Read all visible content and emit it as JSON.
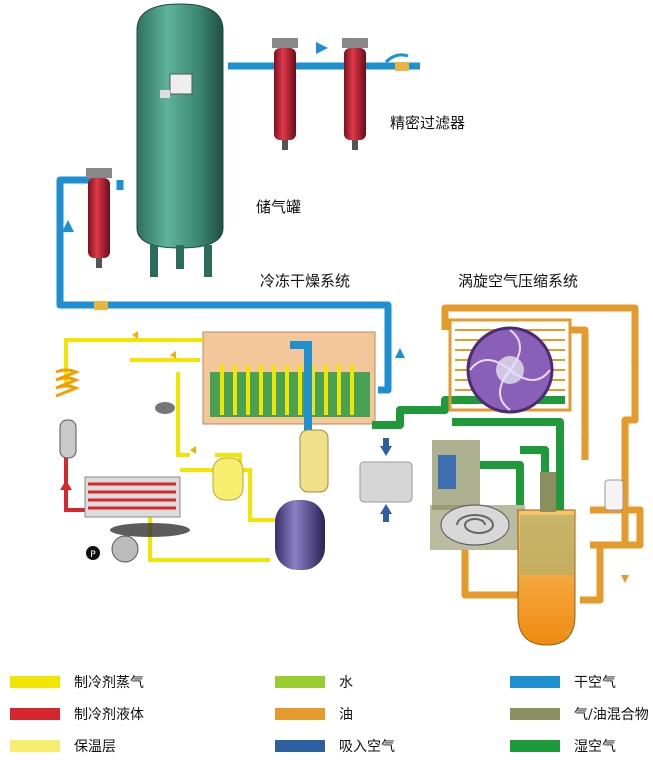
{
  "labels": {
    "precision_filter": "精密过滤器",
    "storage_tank": "储气罐",
    "refrigerated_dryer": "冷冻干燥系统",
    "scroll_compressor": "涡旋空气压缩系统",
    "pressure_switch": "P"
  },
  "legend": [
    {
      "id": "refrigerant-vapor",
      "label": "制冷剂蒸气",
      "color": "#f2e600"
    },
    {
      "id": "water",
      "label": "水",
      "color": "#9acd32"
    },
    {
      "id": "dry-air",
      "label": "干空气",
      "color": "#1e90d0"
    },
    {
      "id": "refrigerant-liquid",
      "label": "制冷剂液体",
      "color": "#d8262e"
    },
    {
      "id": "oil",
      "label": "油",
      "color": "#e59a2c"
    },
    {
      "id": "air-oil-mixture",
      "label": "气/油混合物",
      "color": "#8a8f60"
    },
    {
      "id": "insulation",
      "label": "保温层",
      "color": "#f7ee70"
    },
    {
      "id": "intake-air",
      "label": "吸入空气",
      "color": "#2e5fa3"
    },
    {
      "id": "wet-air",
      "label": "湿空气",
      "color": "#1f9a3a"
    }
  ]
}
